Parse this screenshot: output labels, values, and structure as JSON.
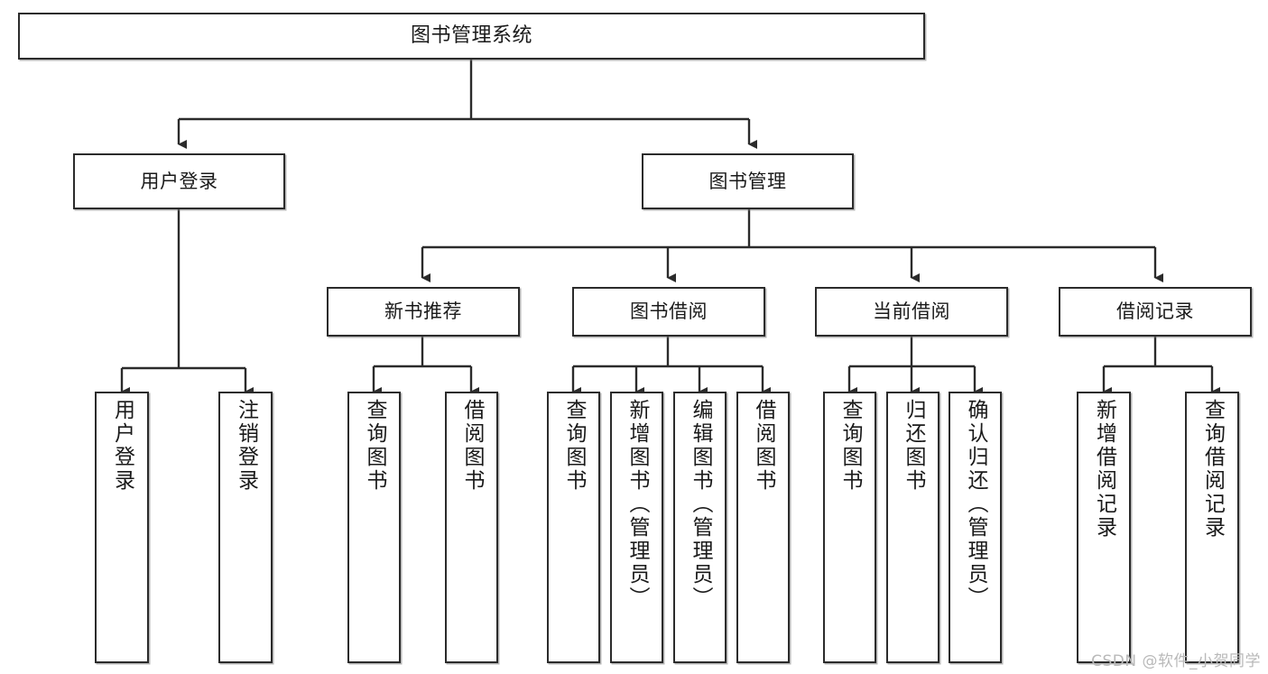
{
  "diagram": {
    "type": "tree-hierarchy-chart",
    "title": "图书管理系统",
    "root": {
      "label": "图书管理系统"
    },
    "level2": [
      {
        "id": "user-login",
        "label": "用户登录"
      },
      {
        "id": "book-management",
        "label": "图书管理"
      }
    ],
    "level3": [
      {
        "id": "new-book-recommend",
        "label": "新书推荐"
      },
      {
        "id": "book-borrow",
        "label": "图书借阅"
      },
      {
        "id": "current-borrow",
        "label": "当前借阅"
      },
      {
        "id": "borrow-record",
        "label": "借阅记录"
      }
    ],
    "leaves": {
      "user_login": [
        {
          "id": "leaf-user-login",
          "label": "用户登录"
        },
        {
          "id": "leaf-logout",
          "label": "注销登录"
        }
      ],
      "new_book_recommend": [
        {
          "id": "leaf-query-book-1",
          "label": "查询图书"
        },
        {
          "id": "leaf-borrow-book-1",
          "label": "借阅图书"
        }
      ],
      "book_borrow": [
        {
          "id": "leaf-query-book-2",
          "label": "查询图书"
        },
        {
          "id": "leaf-add-book",
          "label": "新增图书（管理员）"
        },
        {
          "id": "leaf-edit-book",
          "label": "编辑图书（管理员）"
        },
        {
          "id": "leaf-borrow-book-2",
          "label": "借阅图书"
        }
      ],
      "current_borrow": [
        {
          "id": "leaf-query-book-3",
          "label": "查询图书"
        },
        {
          "id": "leaf-return-book",
          "label": "归还图书"
        },
        {
          "id": "leaf-confirm-return",
          "label": "确认归还（管理员）"
        }
      ],
      "borrow_record": [
        {
          "id": "leaf-add-record",
          "label": "新增借阅记录"
        },
        {
          "id": "leaf-query-record",
          "label": "查询借阅记录"
        }
      ]
    }
  },
  "watermark": {
    "text": "CSDN @软件_小贺同学"
  },
  "colors": {
    "stroke": "#2b2b2b",
    "fill": "#ffffff",
    "text": "#1a1a1a",
    "watermark": "#b9b9b9"
  }
}
